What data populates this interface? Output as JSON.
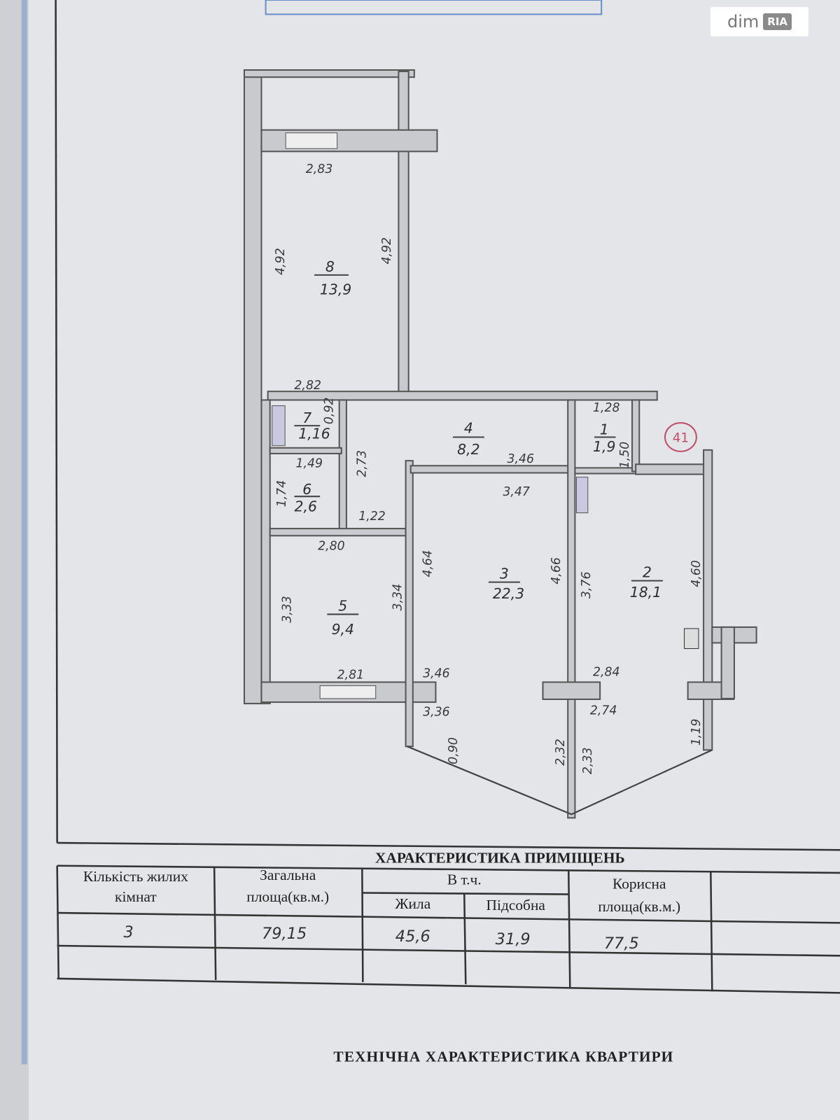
{
  "logo": {
    "brand": "dim",
    "badge": "RIA"
  },
  "plan": {
    "rooms": [
      {
        "number": "8",
        "area": "13,9"
      },
      {
        "number": "7",
        "area": "1,16"
      },
      {
        "number": "6",
        "area": "2,6"
      },
      {
        "number": "4",
        "area": "8,2"
      },
      {
        "number": "5",
        "area": "9,4"
      },
      {
        "number": "3",
        "area": "22,3"
      },
      {
        "number": "1",
        "area": "1,9"
      },
      {
        "number": "2",
        "area": "18,1"
      }
    ],
    "dims": [
      "2,83",
      "4,92",
      "4,92",
      "2,82",
      "0,92",
      "1,49",
      "1,74",
      "2,73",
      "1,22",
      "2,80",
      "3,33",
      "3,34",
      "2,81",
      "3,46",
      "3,47",
      "4,64",
      "4,66",
      "3,46",
      "3,36",
      "0,90",
      "2,32",
      "1,28",
      "1,50",
      "3,76",
      "4,60",
      "2,84",
      "2,74",
      "2,33",
      "1,19"
    ],
    "apartment_number": "41"
  },
  "table": {
    "title": "ХАРАКТЕРИСТИКА ПРИМІЩЕНЬ",
    "headers": {
      "rooms_1": "Кількість жилих",
      "rooms_2": "кімнат",
      "total_1": "Загальна",
      "total_2": "площа(кв.м.)",
      "incl": "В т.ч.",
      "living": "Жила",
      "aux": "Підсобна",
      "useful_1": "Корисна",
      "useful_2": "площа(кв.м.)"
    },
    "row": {
      "rooms": "3",
      "total": "79,15",
      "living": "45,6",
      "aux": "31,9",
      "useful": "77,5"
    }
  },
  "footer": "ТЕХНІЧНА ХАРАКТЕРИСТИКА КВАРТИРИ",
  "colors": {
    "paper": "#e4e5e8",
    "ink": "#333333",
    "stamp": "#c0506a",
    "frame": "#6a8fc8"
  }
}
